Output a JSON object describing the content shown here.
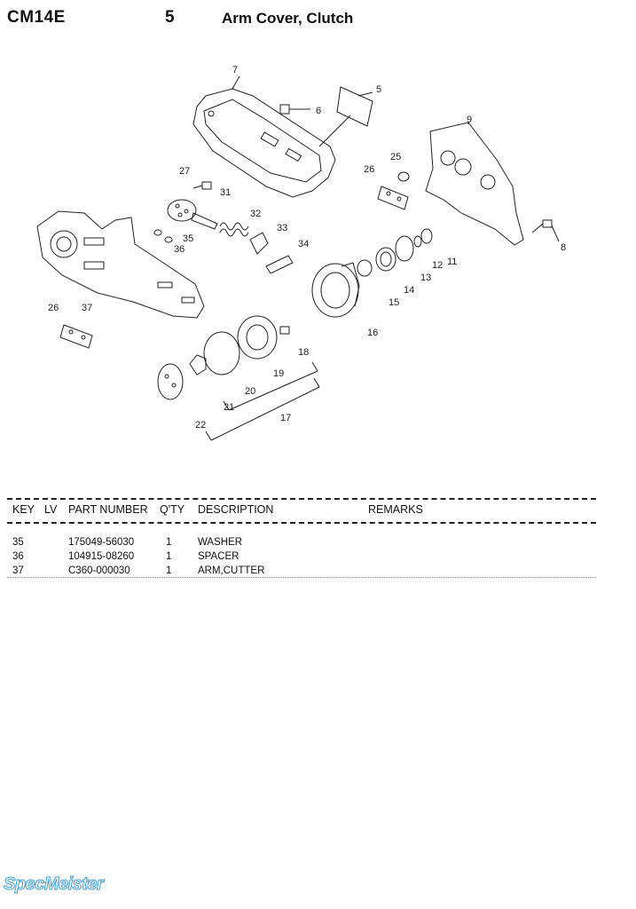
{
  "header": {
    "model": "CM14E",
    "section_number": "5",
    "section_title": "Arm Cover, Clutch"
  },
  "diagram": {
    "callouts": [
      "7",
      "5",
      "6",
      "9",
      "25",
      "26",
      "27",
      "31",
      "32",
      "33",
      "35",
      "36",
      "34",
      "8",
      "11",
      "12",
      "13",
      "14",
      "15",
      "16",
      "26",
      "37",
      "18",
      "19",
      "20",
      "21",
      "17",
      "22"
    ]
  },
  "table": {
    "columns": {
      "key": "KEY",
      "lv": "LV",
      "part_number": "PART NUMBER",
      "qty": "Q'TY",
      "description": "DESCRIPTION",
      "remarks": "REMARKS"
    },
    "rows": [
      {
        "key": "35",
        "lv": "",
        "part_number": "175049-56030",
        "qty": "1",
        "description": "WASHER",
        "remarks": ""
      },
      {
        "key": "36",
        "lv": "",
        "part_number": "104915-08260",
        "qty": "1",
        "description": "SPACER",
        "remarks": ""
      },
      {
        "key": "37",
        "lv": "",
        "part_number": "C360-000030",
        "qty": "1",
        "description": "ARM,CUTTER",
        "remarks": ""
      }
    ]
  },
  "watermark": {
    "text": "SpecMeister",
    "color": "#3b9fd8"
  }
}
